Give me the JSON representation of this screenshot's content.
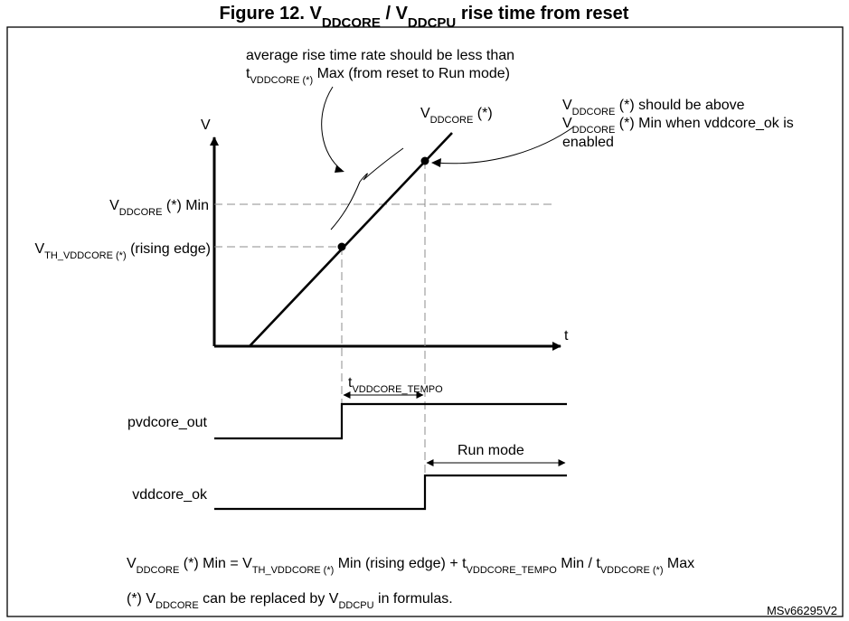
{
  "figure": {
    "title": {
      "main": "Figure 12. V",
      "sub1": "DDCORE",
      "sep": " / V",
      "sub2": "DDCPU",
      "rest": " rise time from reset"
    },
    "ref": "MSv66295V2"
  },
  "axes": {
    "v_label": "V",
    "t_label": "t"
  },
  "curve_label": {
    "v": "V",
    "sub": "DDCORE",
    "rest": " (*)"
  },
  "levels": {
    "min": {
      "v": "V",
      "sub": "DDCORE",
      "rest": " (*) Min"
    },
    "th": {
      "v": "V",
      "sub": "TH_VDDCORE (*)",
      "rest": " (rising edge)"
    }
  },
  "annotations": {
    "rise_rate": {
      "line1": "average rise time rate should be less than",
      "t": "t",
      "sub": "VDDCORE (*)",
      "rest": " Max (from reset to Run mode)"
    },
    "above_min": {
      "v1": "V",
      "sub1": "DDCORE",
      "rest1": " (*) should be above",
      "v2": "V",
      "sub2": "DDCORE",
      "rest2": " (*) Min when vddcore_ok is",
      "line3": "enabled"
    },
    "tempo": {
      "t": "t",
      "sub": "VDDCORE_TEMPO"
    },
    "run_mode": "Run mode"
  },
  "signals": {
    "pvdcore_out": "pvdcore_out",
    "vddcore_ok": "vddcore_ok"
  },
  "formula": {
    "a": "V",
    "a_sub": "DDCORE",
    "b": " (*) Min = V",
    "b_sub": "TH_VDDCORE (*)",
    "c": " Min (rising edge) + t",
    "c_sub": "VDDCORE_TEMPO",
    "d": " Min / t",
    "d_sub": "VDDCORE (*)",
    "e": " Max"
  },
  "note": {
    "a": "(*) V",
    "a_sub": "DDCORE",
    "b": " can be replaced by V",
    "b_sub": "DDCPU",
    "c": " in formulas."
  }
}
